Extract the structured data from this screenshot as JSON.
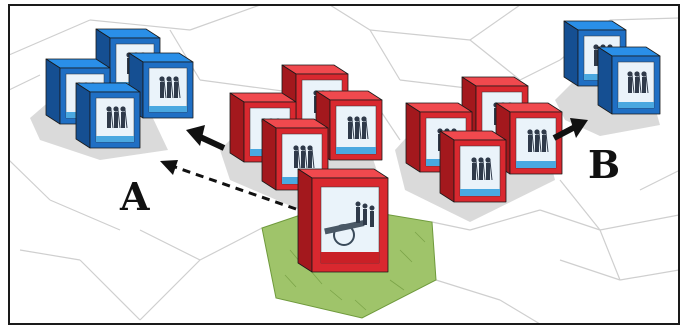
{
  "diagram": {
    "labels": {
      "a": "A",
      "b": "B"
    },
    "colors": {
      "frame": "#1a1a1a",
      "hex_line": "#c9c9c9",
      "board": "#ffffff",
      "blue_front": "#1f6fc4",
      "blue_top": "#2a8fe8",
      "blue_side": "#154f92",
      "red_front": "#d9282f",
      "red_top": "#f0494e",
      "red_side": "#a3181d",
      "card": "#eaf3fa",
      "card_band": "#4aa8e0",
      "artillery_band": "#c92027",
      "green_hex": "#9fc46a",
      "green_hex_dark": "#6f9a3c",
      "arrow": "#111111"
    },
    "groups": [
      {
        "name": "blue-unit-a",
        "color": "blue",
        "blocks": 4
      },
      {
        "name": "red-unit-left",
        "color": "red",
        "blocks": 4
      },
      {
        "name": "red-artillery",
        "color": "red",
        "blocks": 1
      },
      {
        "name": "red-unit-right",
        "color": "red",
        "blocks": 4
      },
      {
        "name": "blue-unit-b",
        "color": "blue",
        "blocks": 2
      }
    ]
  }
}
